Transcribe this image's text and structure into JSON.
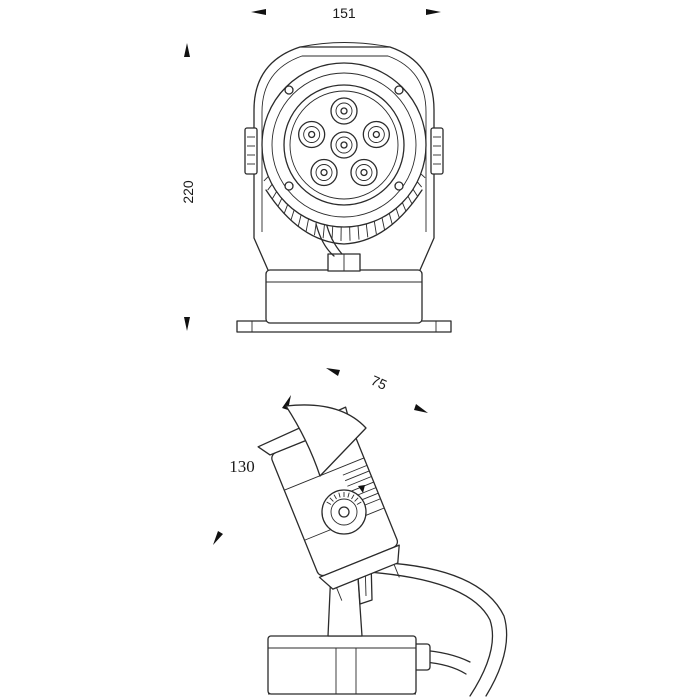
{
  "drawing": {
    "front_view": {
      "width_label": "151",
      "height_label": "220",
      "led_count": 6
    },
    "side_view": {
      "depth_label": "75",
      "height_label": "130"
    },
    "colors": {
      "line": "#2b2b2b",
      "background": "#ffffff"
    }
  }
}
